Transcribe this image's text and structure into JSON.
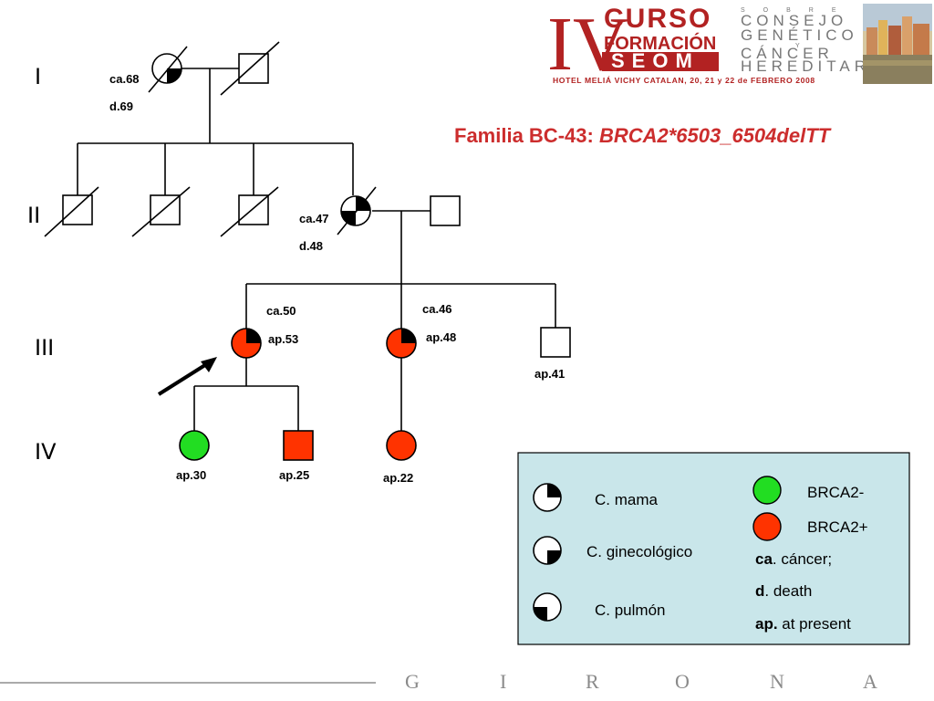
{
  "header": {
    "logo_numeral": "IV",
    "logo_line1": "CURSO",
    "logo_line2": "FORMACIÓN",
    "logo_line3": "SEOM",
    "council": [
      "CONSEJO",
      "GENÉTICO",
      "CÁNCER",
      "HEREDITARIO"
    ],
    "council_small_1": "SOBRE",
    "council_small_2": "Y",
    "hotel": "HOTEL MELIÁ VICHY CATALAN, 20, 21 y 22 de FEBRERO 2008"
  },
  "title": {
    "prefix": "Familia BC-43: ",
    "mutation": "BRCA2*6503_6504delTT"
  },
  "generations": [
    "I",
    "II",
    "III",
    "IV"
  ],
  "individuals": {
    "i1": [
      "ca.68",
      "d.69"
    ],
    "ii4": [
      "ca.47",
      "d.48"
    ],
    "iii1": [
      "ca.50",
      "ap.53"
    ],
    "iii2": [
      "ca.46",
      "ap.48"
    ],
    "iii3": [
      "ap.41"
    ],
    "iv1": [
      "ap.30"
    ],
    "iv2": [
      "ap.25"
    ],
    "iv3": [
      "ap.22"
    ]
  },
  "colors": {
    "brca_neg": "#22dd22",
    "brca_pos": "#ff3300",
    "title": "#cc2d2d",
    "legend_bg": "#c9e6ea",
    "brand_red": "#b22222"
  },
  "legend": {
    "breast": "C. mama",
    "gyn": "C. ginecológico",
    "lung": "C. pulmón",
    "brca_neg": "BRCA2-",
    "brca_pos": "BRCA2+",
    "abbr_ca_key": "ca",
    "abbr_ca_text": ". cáncer;",
    "abbr_d_key": "d",
    "abbr_d_text": ". death",
    "abbr_ap_key": "ap.",
    "abbr_ap_text": " at present"
  },
  "footer": {
    "letters": [
      "G",
      "I",
      "R",
      "O",
      "N",
      "A"
    ]
  }
}
